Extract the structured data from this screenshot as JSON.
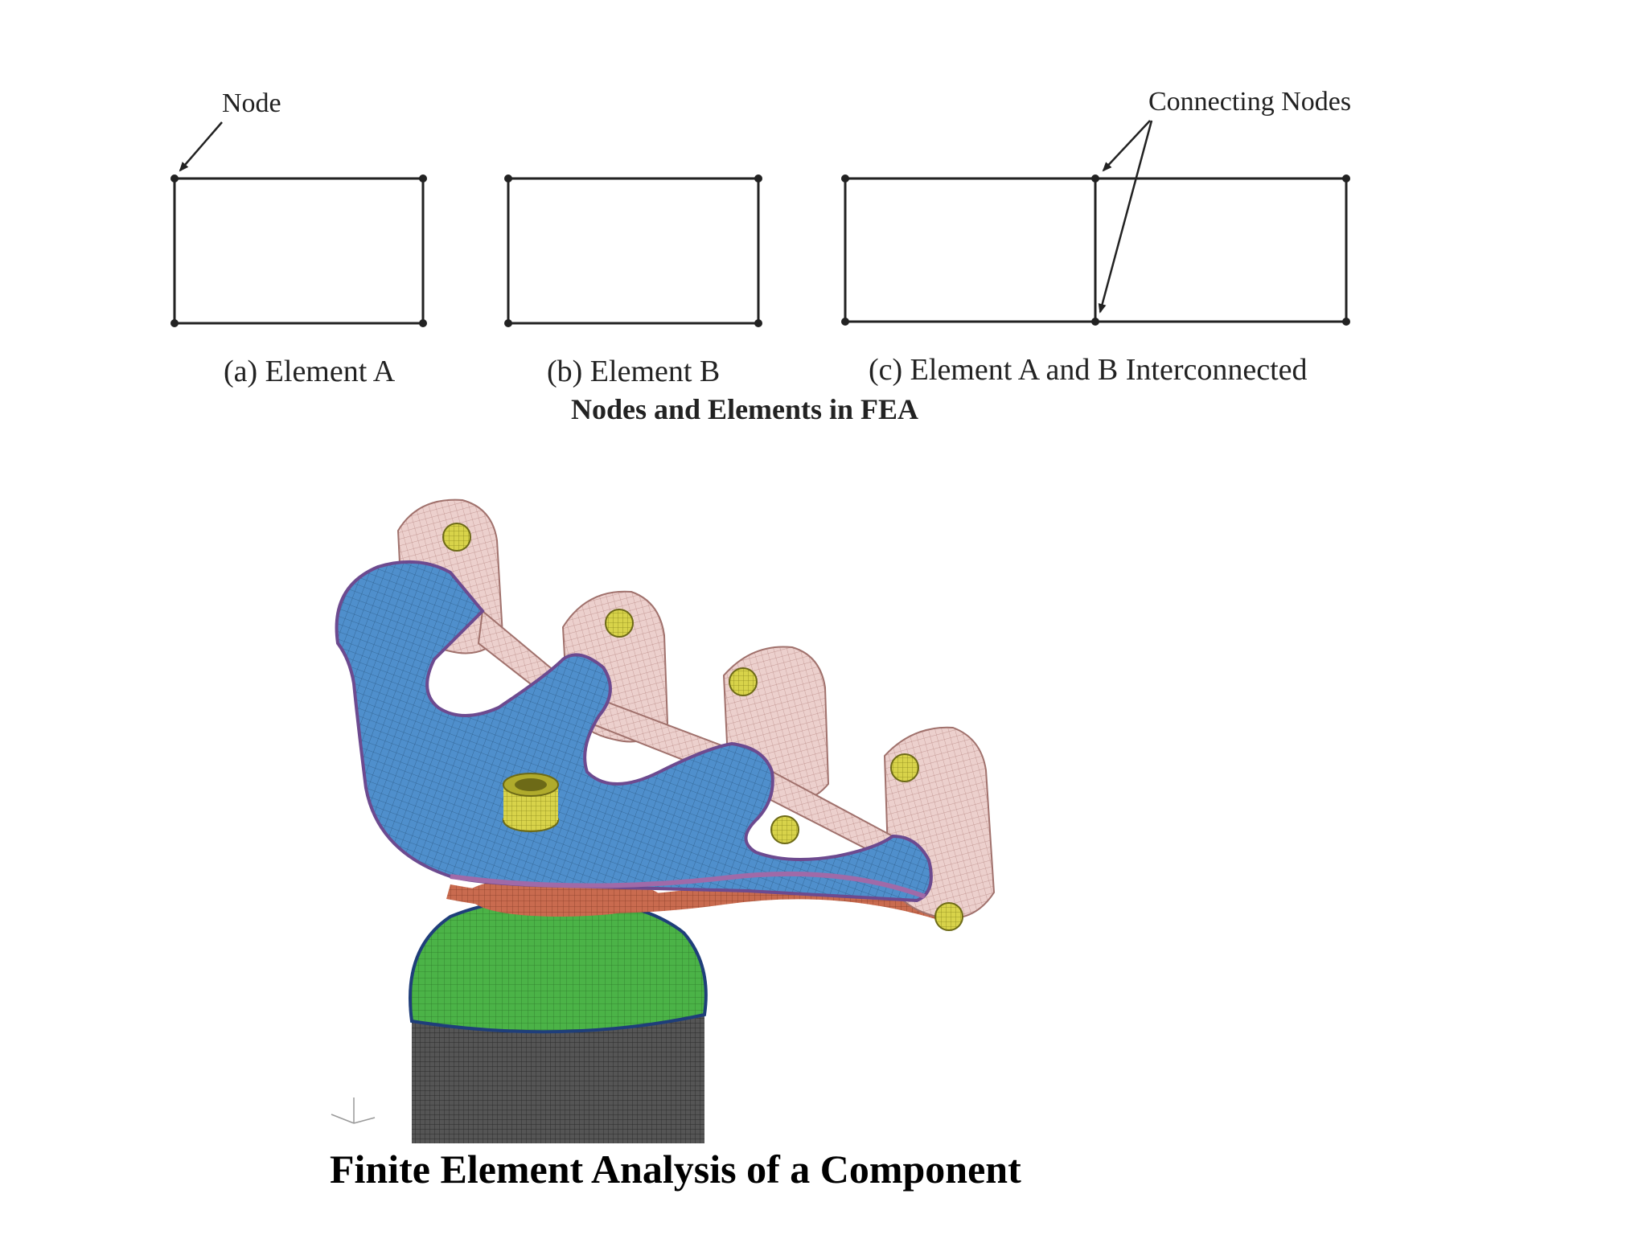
{
  "diagram": {
    "node_label": "Node",
    "connecting_label": "Connecting Nodes",
    "caption_a": "(a) Element A",
    "caption_b": "(b) Element B",
    "caption_c": "(c) Element A and B Interconnected",
    "title": "Nodes and Elements in FEA"
  },
  "component": {
    "title": "Finite Element Analysis of a Component",
    "mesh_colors": {
      "manifold": "#4f8fcc",
      "flange": "#e8c8c6",
      "gasket": "#c96b4f",
      "sensor": "#d8d34a",
      "cone": "#4bb347",
      "pipe": "#4a4a4a"
    }
  }
}
